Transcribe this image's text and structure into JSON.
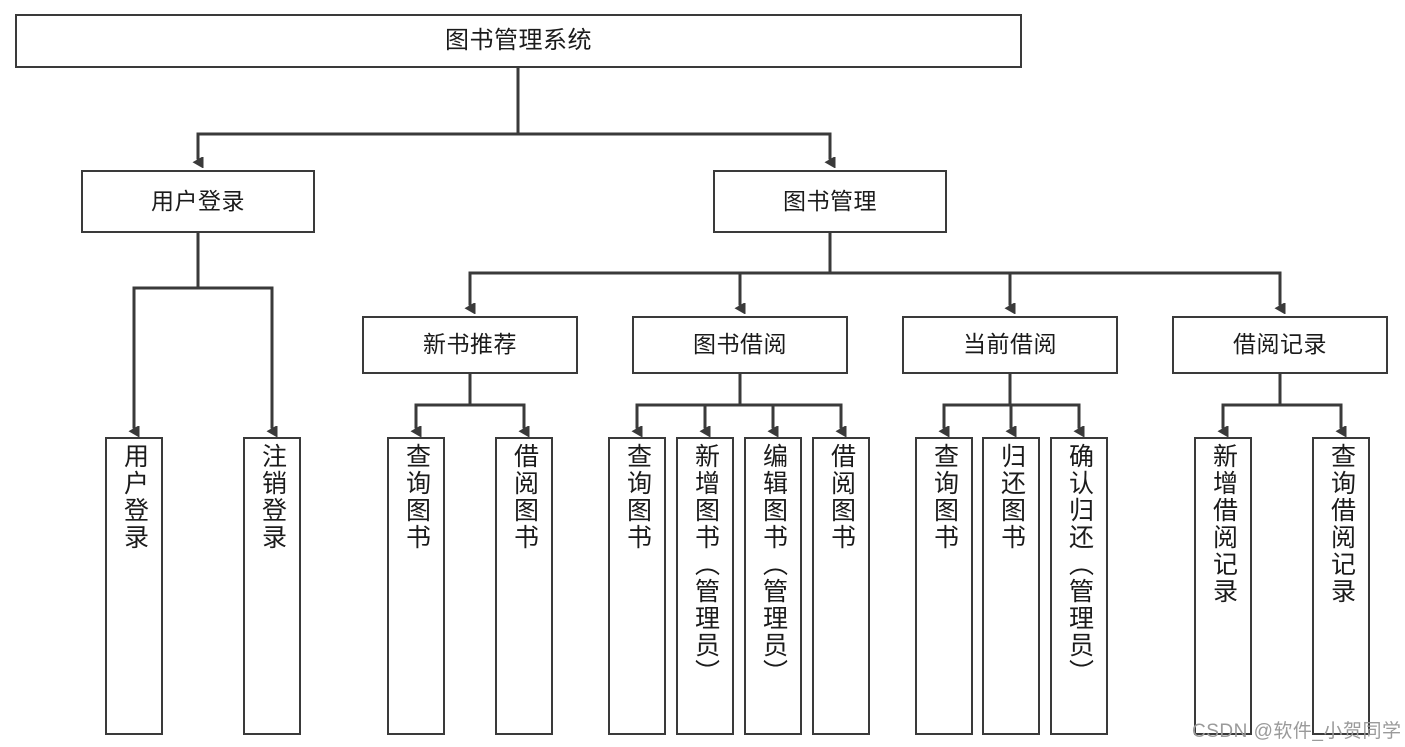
{
  "diagram": {
    "type": "tree",
    "title": "图书管理系统",
    "orientation": "top-down",
    "edge_style": "orthogonal-with-arrowheads",
    "colors": {
      "box_border": "#3a3a3a",
      "box_fill": "#ffffff",
      "edge": "#3a3a3a",
      "text": "#1b1b1b",
      "background": "#ffffff",
      "watermark": "#9a9a9a"
    },
    "nodes": {
      "root": {
        "label": "图书管理系统",
        "level": 0
      },
      "level1": [
        {
          "id": "user_login",
          "label": "用户登录"
        },
        {
          "id": "book_manage",
          "label": "图书管理"
        }
      ],
      "level2": [
        {
          "id": "new_book_rec",
          "label": "新书推荐",
          "parent": "book_manage"
        },
        {
          "id": "book_borrow",
          "label": "图书借阅",
          "parent": "book_manage"
        },
        {
          "id": "current_borrow",
          "label": "当前借阅",
          "parent": "book_manage"
        },
        {
          "id": "borrow_record",
          "label": "借阅记录",
          "parent": "book_manage"
        }
      ],
      "leaves": {
        "user_login": [
          {
            "id": "leaf_user_login",
            "label": "用户登录"
          },
          {
            "id": "leaf_logout",
            "label": "注销登录"
          }
        ],
        "new_book_rec": [
          {
            "id": "leaf_query_book_1",
            "label": "查询图书"
          },
          {
            "id": "leaf_borrow_book_1",
            "label": "借阅图书"
          }
        ],
        "book_borrow": [
          {
            "id": "leaf_query_book_2",
            "label": "查询图书"
          },
          {
            "id": "leaf_add_book",
            "label": "新增图书（管理员）"
          },
          {
            "id": "leaf_edit_book",
            "label": "编辑图书（管理员）"
          },
          {
            "id": "leaf_borrow_book_2",
            "label": "借阅图书"
          }
        ],
        "current_borrow": [
          {
            "id": "leaf_query_book_3",
            "label": "查询图书"
          },
          {
            "id": "leaf_return_book",
            "label": "归还图书"
          },
          {
            "id": "leaf_confirm_return",
            "label": "确认归还（管理员）"
          }
        ],
        "borrow_record": [
          {
            "id": "leaf_add_record",
            "label": "新增借阅记录"
          },
          {
            "id": "leaf_query_record",
            "label": "查询借阅记录"
          }
        ]
      }
    }
  },
  "watermark": {
    "text": "CSDN @软件_小贺同学"
  }
}
